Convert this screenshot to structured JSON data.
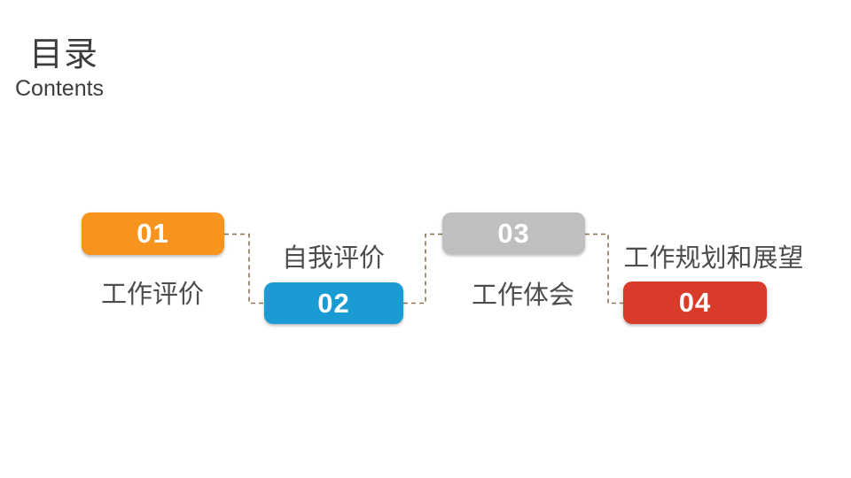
{
  "header": {
    "title": "目录",
    "subtitle": "Contents"
  },
  "items": [
    {
      "number": "01",
      "label": "工作评价",
      "color": "#F7941E",
      "label_position": "below"
    },
    {
      "number": "02",
      "label": "自我评价",
      "color": "#1B9BD4",
      "label_position": "above"
    },
    {
      "number": "03",
      "label": "工作体会",
      "color": "#BFBFBF",
      "label_position": "below"
    },
    {
      "number": "04",
      "label": "工作规划和展望",
      "color": "#D93B2B",
      "label_position": "above"
    }
  ],
  "connector": {
    "color": "#8B7355",
    "style": "dashed"
  }
}
